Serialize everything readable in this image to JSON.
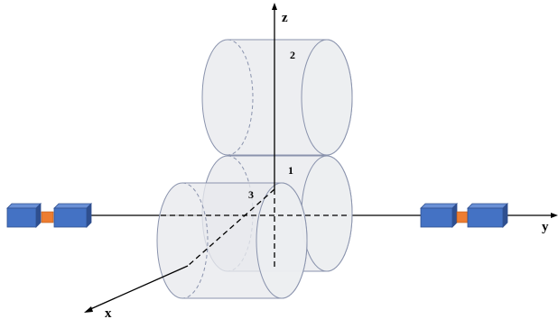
{
  "axes": {
    "x": "x",
    "y": "y",
    "z": "z"
  },
  "cylinders": [
    {
      "id": "1",
      "label": "1"
    },
    {
      "id": "2",
      "label": "2"
    },
    {
      "id": "3",
      "label": "3"
    }
  ],
  "colors": {
    "cylinder_fill": "#e8e9ed",
    "cylinder_stroke": "#8a93ad",
    "device_body": "#4472c4",
    "device_dark": "#2f4f8f",
    "device_connector": "#ed7d31",
    "axis": "#000000"
  },
  "devices": [
    {
      "name": "left-device"
    },
    {
      "name": "right-device"
    }
  ]
}
